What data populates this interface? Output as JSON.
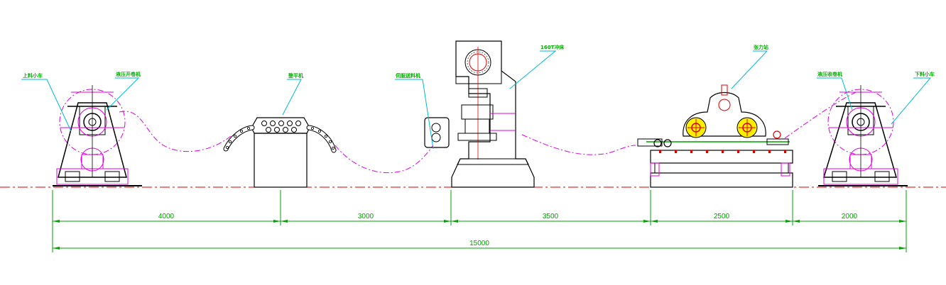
{
  "colors": {
    "outline": "#000000",
    "magenta": "#e000e0",
    "green": "#00a000",
    "cyan": "#00b8d8",
    "red": "#e00000",
    "yellow": "#ffee00",
    "centerline": "#e00000"
  },
  "labels": {
    "loading_cart_left": "上料小车",
    "hydraulic_uncoiler": "液压开卷机",
    "leveler": "整平机",
    "servo_feeder": "伺服送料机",
    "press": "160T冲床",
    "tension_station": "张力站",
    "hydraulic_recoiler": "液压收卷机",
    "unloading_cart_right": "下料小车"
  },
  "dimensions": {
    "seg1": "4000",
    "seg2": "3000",
    "seg3": "3500",
    "seg4": "2500",
    "seg5": "2000",
    "total": "15000"
  }
}
